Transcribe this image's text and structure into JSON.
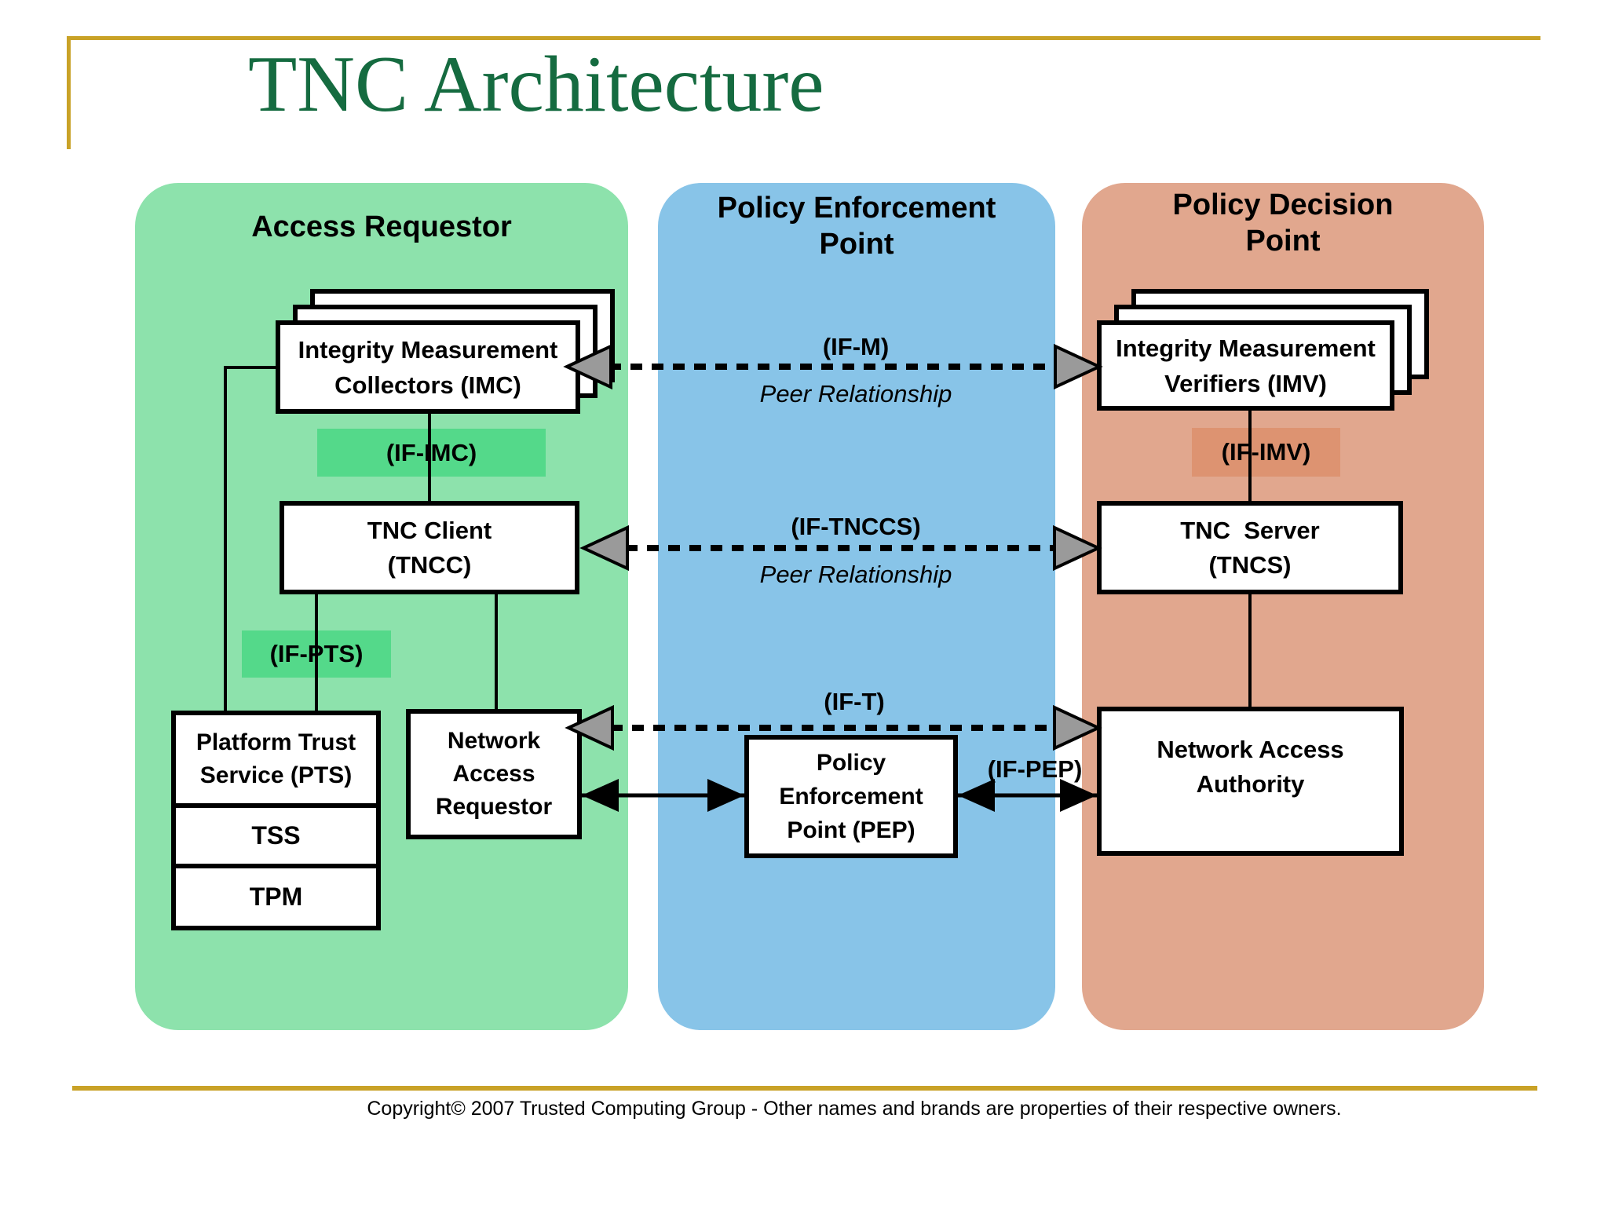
{
  "slide": {
    "title": "TNC Architecture",
    "copyright": "Copyright© 2007 Trusted Computing Group - Other names and brands are properties of their respective owners."
  },
  "colors": {
    "gold": "#C9A227",
    "title-green": "#156B40",
    "panel-green": "#8DE2AC",
    "highlight-green": "#54D98A",
    "panel-blue": "#88C4E8",
    "panel-salmon": "#E1A78E",
    "highlight-salmon": "#DD9371",
    "arrow-gray": "#9A9A9A",
    "line-black": "#000000"
  },
  "panels": {
    "access_requestor": {
      "title": "Access Requestor"
    },
    "policy_enforcement_point": {
      "title_line1": "Policy Enforcement",
      "title_line2": "Point"
    },
    "policy_decision_point": {
      "title_line1": "Policy Decision",
      "title_line2": "Point"
    }
  },
  "boxes": {
    "imc": {
      "line1": "Integrity Measurement",
      "line2": "Collectors (IMC)"
    },
    "imv": {
      "line1": "Integrity Measurement",
      "line2": "Verifiers (IMV)"
    },
    "tncc": {
      "line1": "TNC Client",
      "line2": "(TNCC)"
    },
    "tncs": {
      "line1": "TNC  Server",
      "line2": "(TNCS)"
    },
    "pts": {
      "line1": "Platform Trust",
      "line2": "Service (PTS)",
      "tss": "TSS",
      "tpm": "TPM"
    },
    "nar": {
      "line1": "Network",
      "line2": "Access",
      "line3": "Requestor"
    },
    "pep": {
      "line1": "Policy",
      "line2": "Enforcement",
      "line3": "Point (PEP)"
    },
    "naa": {
      "line1": "Network Access",
      "line2": "Authority"
    }
  },
  "interface_labels": {
    "if_imc": "(IF-IMC)",
    "if_pts": "(IF-PTS)",
    "if_imv": "(IF-IMV)",
    "if_m": "(IF-M)",
    "if_m_sub": "Peer Relationship",
    "if_tnccs": "(IF-TNCCS)",
    "if_tnccs_sub": "Peer Relationship",
    "if_t": "(IF-T)",
    "if_pep": "(IF-PEP)"
  }
}
